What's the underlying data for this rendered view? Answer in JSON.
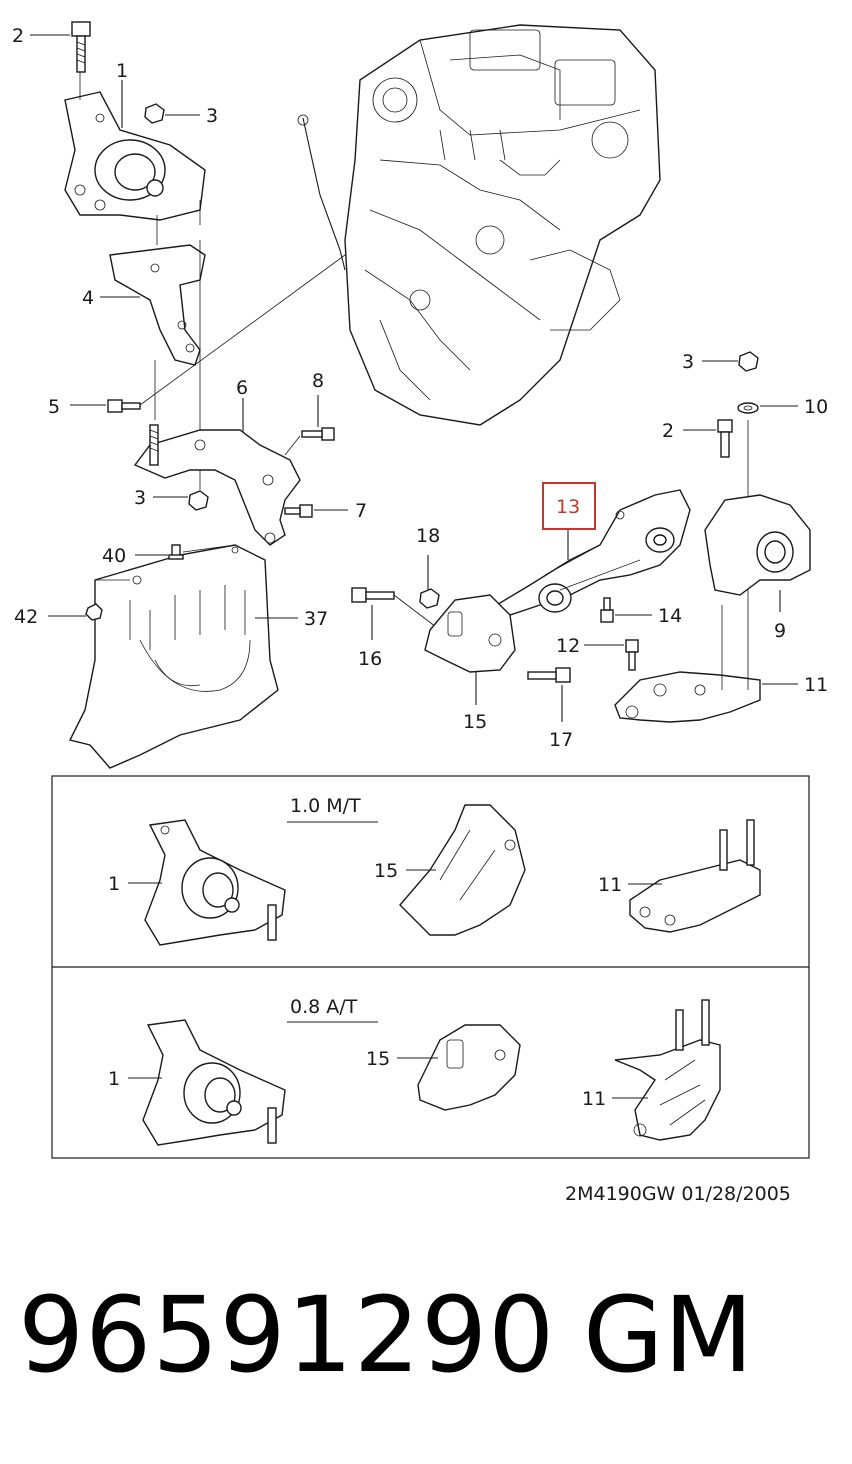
{
  "callouts": {
    "c2a": "2",
    "c1a": "1",
    "c3a": "3",
    "c4": "4",
    "c5": "5",
    "c6": "6",
    "c8": "8",
    "c3b": "3",
    "c7": "7",
    "c40": "40",
    "c42": "42",
    "c37": "37",
    "c13": "13",
    "c18": "18",
    "c16": "16",
    "c15a": "15",
    "c17": "17",
    "c12": "12",
    "c14": "14",
    "c3c": "3",
    "c10": "10",
    "c2b": "2",
    "c9": "9",
    "c11a": "11",
    "c1b": "1",
    "c15b": "15",
    "c11b": "11",
    "c1c": "1",
    "c15c": "15",
    "c11c": "11"
  },
  "highlight_color": "#c0392b",
  "variants": {
    "manual": "1.0 M/T",
    "automatic": "0.8 A/T"
  },
  "footer": {
    "drawing_code": "2M4190GW  01/28/2005"
  },
  "part": {
    "number": "96591290",
    "manufacturer": "GM"
  }
}
